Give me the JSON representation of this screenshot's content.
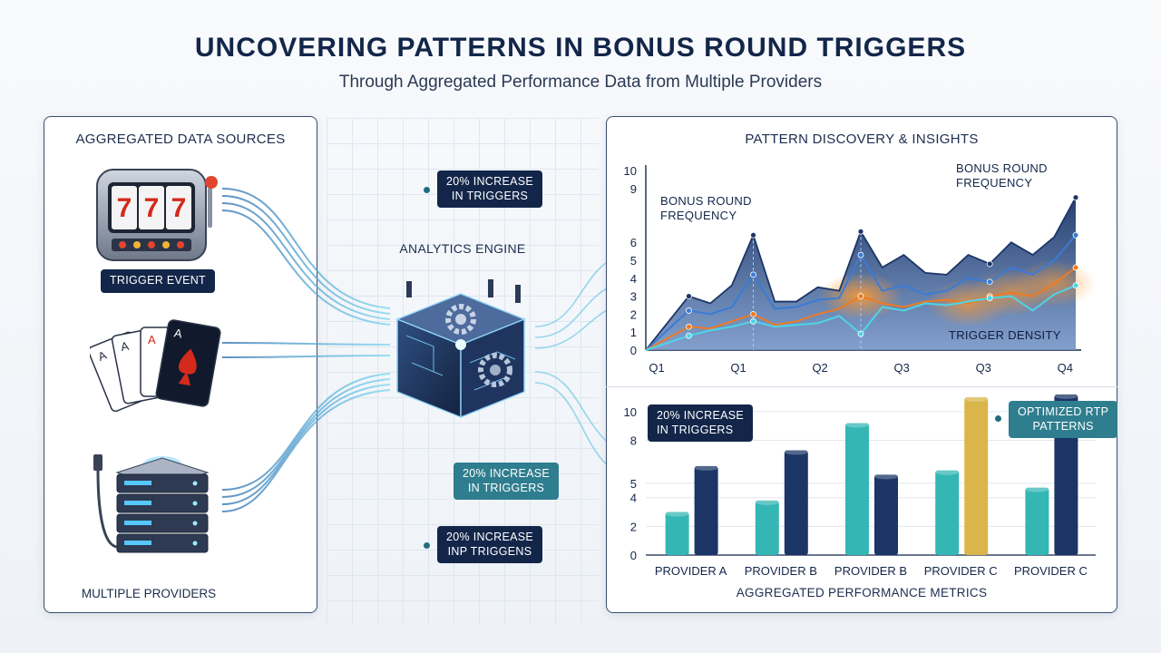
{
  "header": {
    "title": "UNCOVERING PATTERNS IN BONUS ROUND TRIGGERS",
    "subtitle": "Through Aggregated Performance Data from Multiple Providers"
  },
  "left_panel": {
    "title": "AGGREGATED DATA SOURCES",
    "trigger_label": "TRIGGER EVENT",
    "slot_reels": [
      "7",
      "7",
      "7"
    ],
    "providers_label": "MULTIPLE PROVIDERS"
  },
  "center": {
    "callout_top": "20% INCREASE\nIN TRIGGERS",
    "engine_label": "ANALYTICS ENGINE",
    "callout_mid": "20% INCREASE\nIN TRIGGERS",
    "callout_bottom": "20% INCREASE\nINP TRIGGENS"
  },
  "right_panel": {
    "title": "PATTERN DISCOVERY & INSIGHTS",
    "line_annotation_left": "BONUS ROUND\nFREQUENCY",
    "line_annotation_right": "BONUS ROUND\nFREQUENCY",
    "line_annotation_density": "TRIGGER DENSITY",
    "bar_callout_left": "20% INCREASE\nIN TRIGGERS",
    "bar_callout_right": "OPTIMIZED RTP\nPATTERNS",
    "bar_xlabel": "AGGREGATED PERFORMANCE METRICS"
  },
  "colors": {
    "navy": "#1b3566",
    "teal": "#34b7b4",
    "gold": "#d9b54a",
    "orange": "#ee7a22",
    "cyan": "#4fd4e6",
    "blue": "#3a7bd5"
  },
  "chart_data": [
    {
      "type": "area",
      "ylim": [
        0,
        10
      ],
      "yticks": [
        "0",
        "1",
        "2",
        "3",
        "4",
        "5",
        "6",
        "9",
        "10"
      ],
      "yticks_values": [
        0,
        1,
        2,
        3,
        4,
        5,
        6,
        9,
        10
      ],
      "xtick_labels": [
        "Q1",
        "Q1",
        "Q2",
        "Q3",
        "Q3",
        "Q4"
      ],
      "x": [
        0,
        1,
        1.5,
        2,
        2.5,
        3,
        3.5,
        4,
        4.5,
        5,
        5.5,
        6,
        6.5,
        7,
        7.5,
        8,
        8.5,
        9,
        9.5,
        10
      ],
      "series": [
        {
          "values": [
            0,
            3.0,
            2.6,
            3.6,
            6.4,
            2.7,
            2.7,
            3.5,
            3.3,
            6.6,
            4.6,
            5.3,
            4.3,
            4.2,
            5.3,
            4.8,
            6.0,
            5.3,
            6.3,
            8.5
          ],
          "color": "#1b3566"
        },
        {
          "values": [
            0,
            2.2,
            2.0,
            2.4,
            4.2,
            2.3,
            2.4,
            2.8,
            2.9,
            5.3,
            3.3,
            3.6,
            3.1,
            3.3,
            4.0,
            3.8,
            4.6,
            4.2,
            5.0,
            6.4
          ],
          "color": "#3a7bd5"
        },
        {
          "values": [
            0,
            1.3,
            1.2,
            1.6,
            2.0,
            1.4,
            1.6,
            2.0,
            2.3,
            3.0,
            2.6,
            2.4,
            2.7,
            2.8,
            2.6,
            3.0,
            3.2,
            3.0,
            3.7,
            4.6
          ],
          "color": "#ee7a22"
        },
        {
          "values": [
            0,
            0.8,
            1.1,
            1.3,
            1.6,
            1.3,
            1.4,
            1.5,
            1.9,
            0.9,
            2.4,
            2.2,
            2.6,
            2.5,
            2.7,
            2.9,
            3.0,
            2.2,
            3.1,
            3.6
          ],
          "color": "#4fd4e6"
        }
      ]
    },
    {
      "type": "bar",
      "ylim": [
        0,
        11
      ],
      "yticks": [
        "0",
        "2",
        "4",
        "5",
        "8",
        "10"
      ],
      "yticks_values": [
        0,
        2,
        4,
        5,
        8,
        10
      ],
      "categories": [
        "PROVIDER A",
        "PROVIDER B",
        "PROVIDER B",
        "PROVIDER C",
        "PROVIDER C"
      ],
      "xlabel": "AGGREGATED PERFORMANCE METRICS",
      "series": [
        {
          "values": [
            3.0,
            3.8,
            9.2,
            5.9,
            4.7
          ],
          "colors": [
            "#34b7b4",
            "#34b7b4",
            "#34b7b4",
            "#34b7b4",
            "#34b7b4"
          ]
        },
        {
          "values": [
            6.2,
            7.3,
            5.6,
            11.0,
            11.2
          ],
          "colors": [
            "#1b3566",
            "#1b3566",
            "#1b3566",
            "#d9b54a",
            "#1b3566"
          ]
        }
      ]
    }
  ]
}
